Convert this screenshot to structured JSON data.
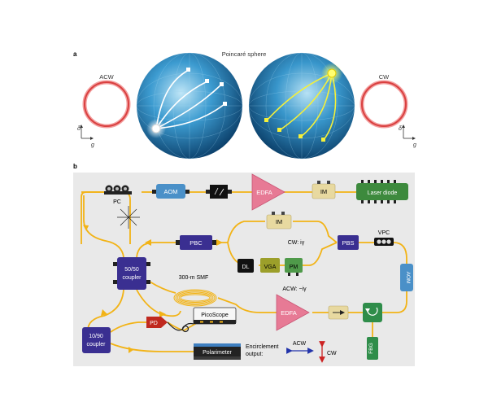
{
  "panel_a": {
    "label": "a",
    "title": "Poincaré sphere",
    "acw_label": "ACW",
    "cw_label": "CW",
    "axis_delta": "δ",
    "axis_g": "g",
    "axis_delta_right": "δ",
    "axis_g_right": "g"
  },
  "panel_b": {
    "label": "b",
    "components": {
      "pc": "PC",
      "aom_top": "AOM",
      "edfa_top": "EDFA",
      "im_top": "IM",
      "laser": "Laser diode",
      "im_mid": "IM",
      "pbc": "PBC",
      "pbs": "PBS",
      "vpc": "VPC",
      "cw_phase": "CW: iγ",
      "acw_phase": "ACW: −iγ",
      "dl": "DL",
      "vga": "VGA",
      "pm": "PM",
      "coupler_5050": "50/50\ncoupler",
      "smf": "300-m SMF",
      "aom_right": "AOM",
      "edfa_bottom": "EDFA",
      "coupler_1090": "10/90\ncoupler",
      "pd": "PD",
      "picoscope": "PicoScope",
      "polarimeter": "Polarimeter",
      "encirclement": "Encirclement\noutput:",
      "acw_legend": "ACW",
      "cw_legend": "CW",
      "fbg": "FBG"
    }
  },
  "colors": {
    "fiber": "#f2b316",
    "device_blue": "#4a90c8",
    "device_purple": "#3a2f91",
    "amp_pink": "#e77a95",
    "device_beige": "#e8d9a0",
    "laser_green": "#3d8a3d",
    "vga_olive": "#9c9f2a",
    "pm_green": "#4f9a4a",
    "circulator_green": "#2f8d4a",
    "pd_red": "#c0291f",
    "ring_red": "#d94040",
    "panel_bg": "#e9e9e9"
  }
}
